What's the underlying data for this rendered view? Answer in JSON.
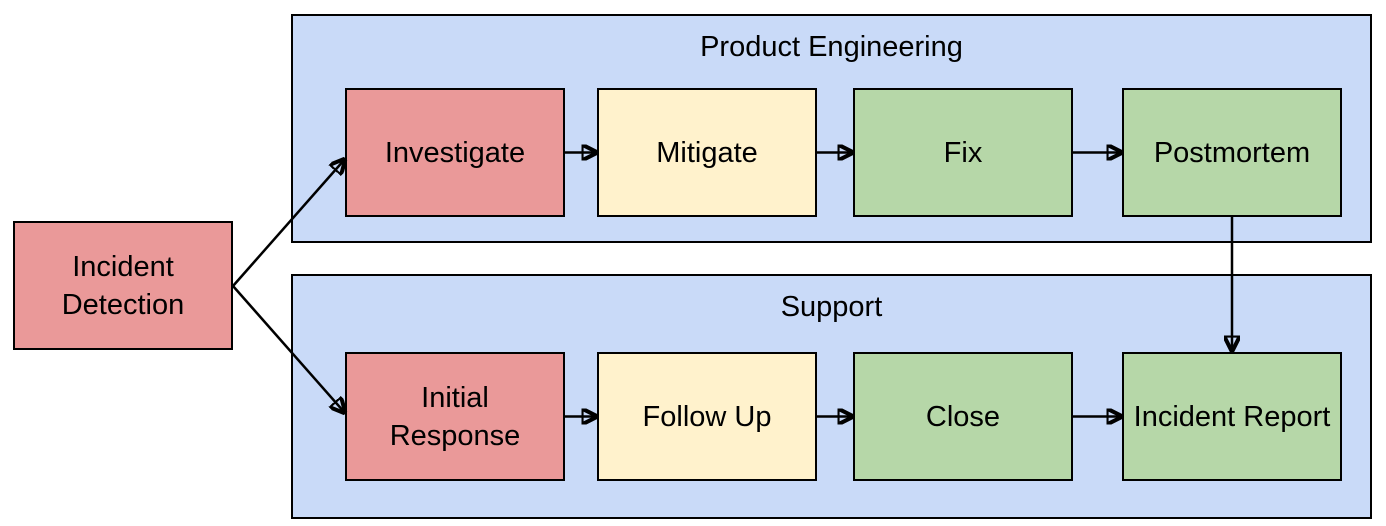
{
  "page": {
    "background": "#ffffff"
  },
  "diagram": {
    "type": "flowchart",
    "start": {
      "id": "incident-detection",
      "label": "Incident Detection",
      "color": "#ea9999"
    },
    "groups": [
      {
        "title": "Product Engineering",
        "color": "#c9daf8",
        "nodes": [
          {
            "id": "investigate",
            "label": "Investigate",
            "color": "#ea9999"
          },
          {
            "id": "mitigate",
            "label": "Mitigate",
            "color": "#fff2cc"
          },
          {
            "id": "fix",
            "label": "Fix",
            "color": "#b6d7a8"
          },
          {
            "id": "postmortem",
            "label": "Postmortem",
            "color": "#b6d7a8"
          }
        ]
      },
      {
        "title": "Support",
        "color": "#c9daf8",
        "nodes": [
          {
            "id": "initial-response",
            "label": "Initial Response",
            "color": "#ea9999"
          },
          {
            "id": "follow-up",
            "label": "Follow Up",
            "color": "#fff2cc"
          },
          {
            "id": "close",
            "label": "Close",
            "color": "#b6d7a8"
          },
          {
            "id": "incident-report",
            "label": "Incident Report",
            "color": "#b6d7a8"
          }
        ]
      }
    ],
    "edges": [
      {
        "from": "incident-detection",
        "to": "investigate"
      },
      {
        "from": "incident-detection",
        "to": "initial-response"
      },
      {
        "from": "investigate",
        "to": "mitigate"
      },
      {
        "from": "mitigate",
        "to": "fix"
      },
      {
        "from": "fix",
        "to": "postmortem"
      },
      {
        "from": "postmortem",
        "to": "incident-report"
      },
      {
        "from": "initial-response",
        "to": "follow-up"
      },
      {
        "from": "follow-up",
        "to": "close"
      },
      {
        "from": "close",
        "to": "incident-report"
      }
    ],
    "line_color": "#000000",
    "text_color": "#000000"
  }
}
